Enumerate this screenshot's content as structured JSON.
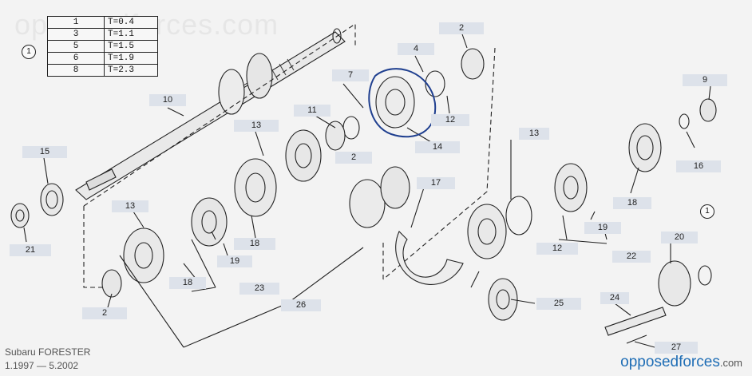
{
  "watermark": "opposedforces.com",
  "table": {
    "ref": "1",
    "rows": [
      {
        "num": "1",
        "t": "T=0.4"
      },
      {
        "num": "3",
        "t": "T=1.1"
      },
      {
        "num": "5",
        "t": "T=1.5"
      },
      {
        "num": "6",
        "t": "T=1.9"
      },
      {
        "num": "8",
        "t": "T=2.3"
      }
    ]
  },
  "callout_ref_circle": "1",
  "callouts": [
    "2",
    "4",
    "9",
    "10",
    "7",
    "12",
    "11",
    "13",
    "14",
    "2",
    "15",
    "16",
    "17",
    "13",
    "13",
    "18",
    "18",
    "19",
    "21",
    "18",
    "19",
    "23",
    "20",
    "22",
    "25",
    "2",
    "26",
    "24",
    "27"
  ],
  "footer": {
    "model": "Subaru FORESTER",
    "dates": "1.1997 — 5.2002"
  },
  "brand": {
    "name": "opposedforces",
    "tld": ".com"
  }
}
